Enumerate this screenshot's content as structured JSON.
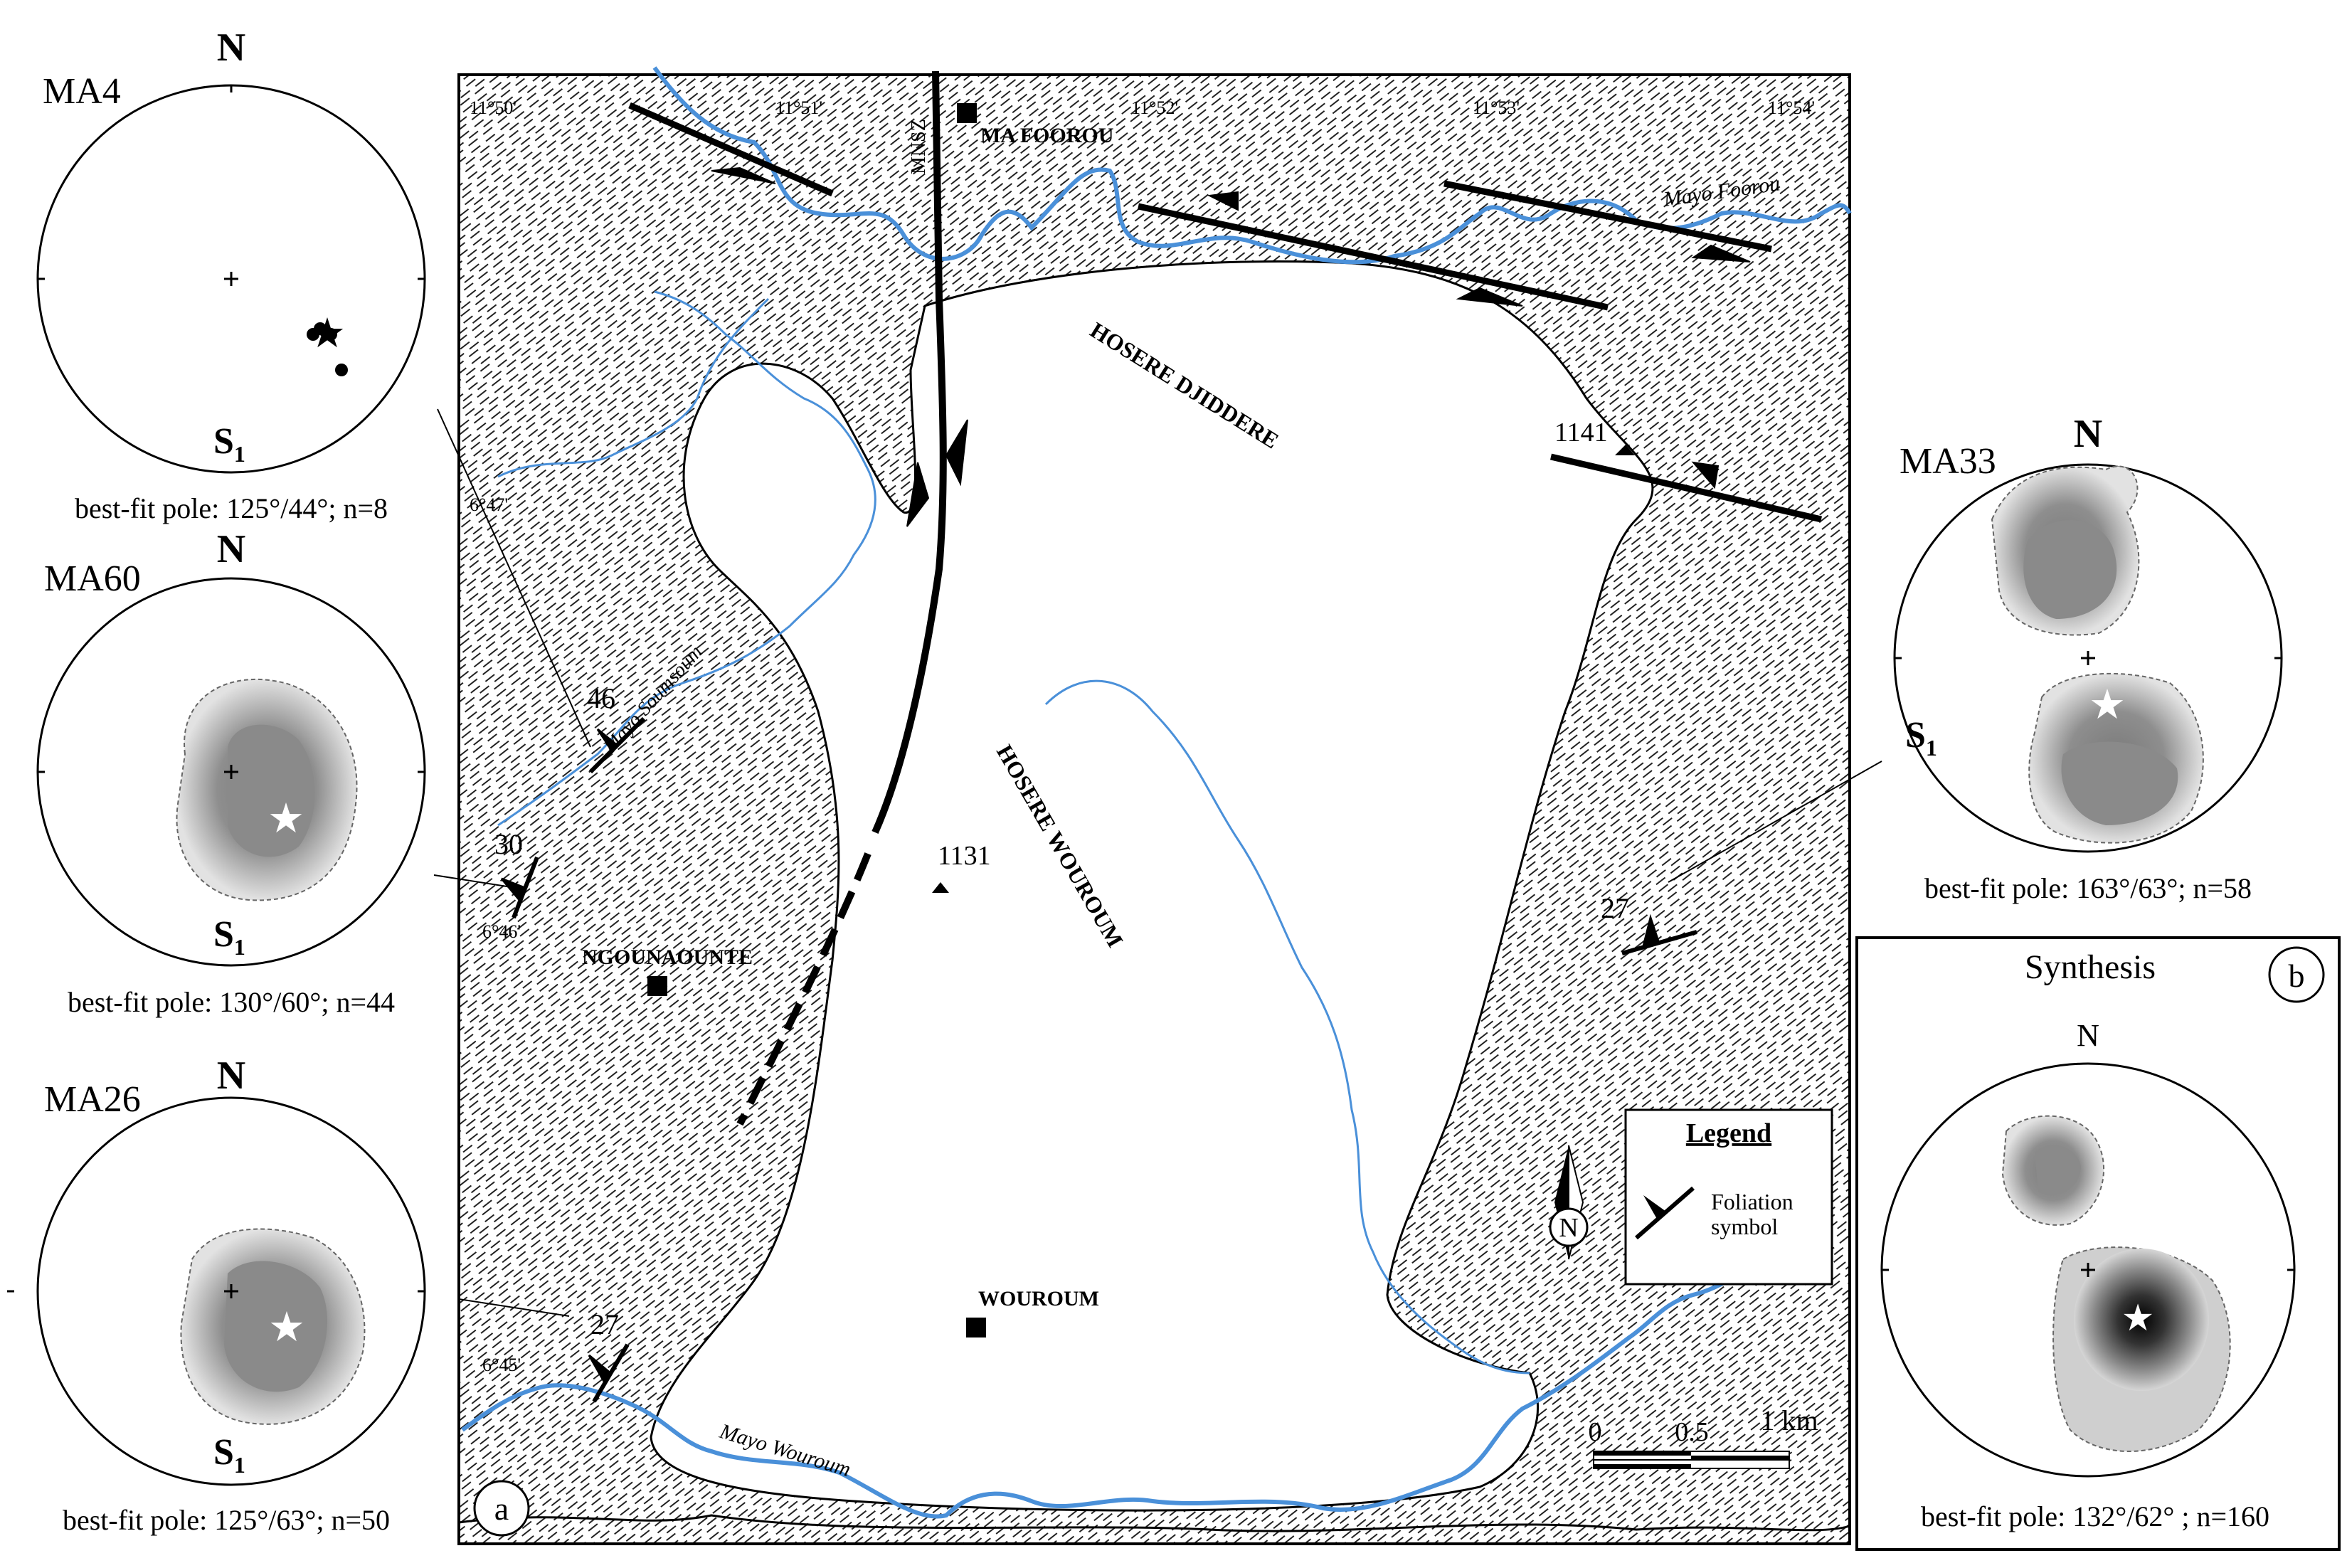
{
  "stereonets": [
    {
      "station": "MA4",
      "north": "N",
      "plane": "S",
      "plane_sub": "1",
      "fit": "best-fit pole: 125°/44°; n=8"
    },
    {
      "station": "MA60",
      "north": "N",
      "plane": "S",
      "plane_sub": "1",
      "fit": "best-fit pole: 130°/60°; n=44"
    },
    {
      "station": "MA26",
      "north": "N",
      "plane": "S",
      "plane_sub": "1",
      "fit": "best-fit pole: 125°/63°; n=50"
    },
    {
      "station": "MA33",
      "north": "N",
      "plane": "S",
      "plane_sub": "1",
      "fit": "best-fit pole: 163°/63°; n=58"
    }
  ],
  "synthesis": {
    "title": "Synthesis",
    "panel": "b",
    "north": "N",
    "fit": "best-fit pole: 132°/62° ; n=160"
  },
  "map": {
    "panel": "a",
    "lon_ticks": [
      "11°50'",
      "11°51'",
      "11°52'",
      "11°53'",
      "11°54'"
    ],
    "lat_ticks": [
      "6°47'",
      "6°46'",
      "6°45'"
    ],
    "places": {
      "ma_foorou": "MA FOOROU",
      "ngounaounte": "NGOUNAOUNTE",
      "wouroum": "WOUROUM"
    },
    "hills": {
      "djiddere": "HOSERE DJIDDERE",
      "wouroum": "HOSERE WOUROUM"
    },
    "rivers": {
      "foorou": "Mayo Foorou",
      "soumsoum": "Mayo Soumsoum",
      "wouroum": "Mayo Wouroum"
    },
    "fault": "MNSZ",
    "peaks": {
      "p1141": "1141",
      "p1131": "1131"
    },
    "dips": {
      "d46": "46",
      "d30": "30",
      "d27w": "27",
      "d27e": "27"
    },
    "north_arrow": "N",
    "scale": {
      "zero": "0",
      "half": "0.5",
      "one": "1 km"
    },
    "legend": {
      "title": "Legend",
      "line1": "Foliation",
      "line2": "symbol"
    }
  }
}
